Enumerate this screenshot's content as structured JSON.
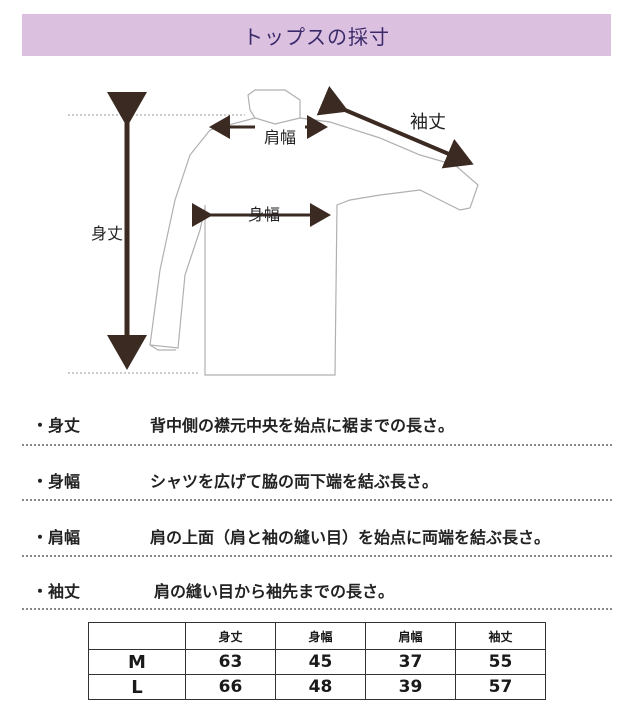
{
  "title": "トップスの採寸",
  "diagram_labels": {
    "shoulder": "肩幅",
    "sleeve": "袖丈",
    "body_length": "身丈",
    "body_width": "身幅"
  },
  "definitions": [
    {
      "term": "・身丈",
      "text": "背中側の襟元中央を始点に裾までの長さ。"
    },
    {
      "term": "・身幅",
      "text": "シャツを広げて脇の両下端を結ぶ長さ。"
    },
    {
      "term": "・肩幅",
      "text": "肩の上面（肩と袖の縫い目）を始点に両端を結ぶ長さ。"
    },
    {
      "term": "・袖丈",
      "text": "肩の縫い目から袖先までの長さ。"
    }
  ],
  "size_table": {
    "headers": [
      "",
      "身丈",
      "身幅",
      "肩幅",
      "袖丈"
    ],
    "rows": [
      {
        "size": "M",
        "values": [
          "63",
          "45",
          "37",
          "55"
        ]
      },
      {
        "size": "L",
        "values": [
          "66",
          "48",
          "39",
          "57"
        ]
      }
    ]
  },
  "colors": {
    "title_bg": "#dcc0e0",
    "title_text": "#3a2a6a",
    "arrow": "#3b2a22",
    "garment_outline": "#b0b0b0"
  }
}
